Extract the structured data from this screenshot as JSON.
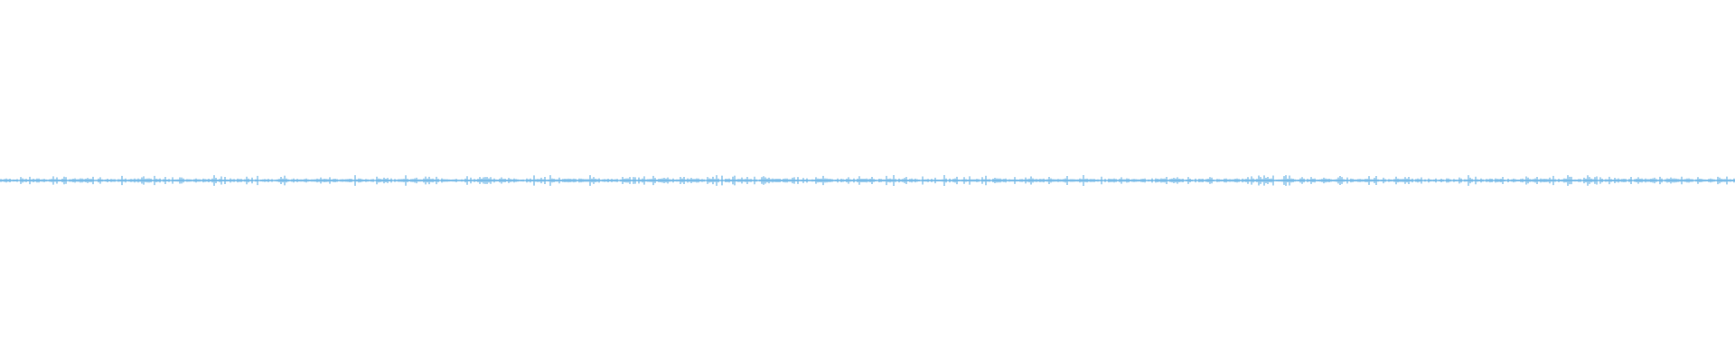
{
  "waveform": {
    "color": "#4aa3df",
    "background": "#ffffff",
    "baseline_amplitude": 0.012,
    "max_amplitude": 0.03,
    "bar_count": 960,
    "seed": 7
  }
}
